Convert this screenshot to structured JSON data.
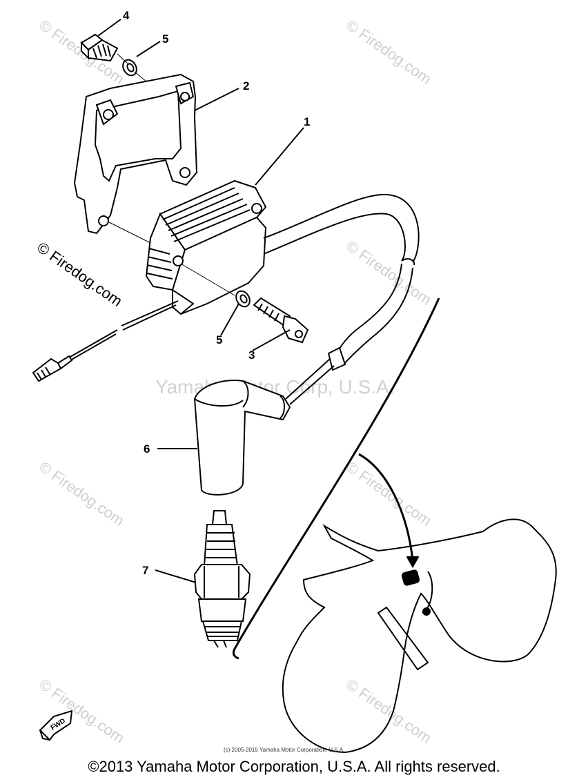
{
  "callouts": {
    "c1": "1",
    "c2": "2",
    "c3": "3",
    "c4": "4",
    "c5a": "5",
    "c5b": "5",
    "c6": "6",
    "c7": "7"
  },
  "watermarks": {
    "firedog": "© Firedog.com",
    "yamaha": "Yamaha Motor Corp, U.S.A."
  },
  "small_copyright": "(c) 2005-2015 Yamaha Motor Corporation, U.S.A.",
  "fwd_label": "FWD",
  "footer_copyright": "©2013 Yamaha Motor Corporation, U.S.A. All rights reserved."
}
